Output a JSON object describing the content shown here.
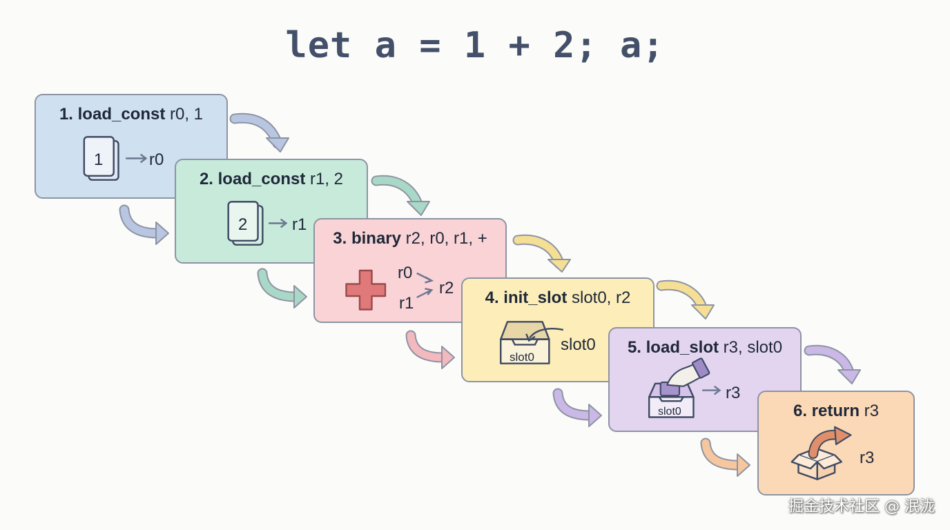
{
  "title": "let a = 1 + 2; a;",
  "colors": {
    "card1": "#cfe0f1",
    "card2": "#c7eadb",
    "card3": "#f9d3d6",
    "card4": "#fcedb9",
    "card5": "#e3d5f0",
    "card6": "#fbd8b6",
    "plus": "#e07a7a",
    "border": "#8d93a3",
    "arrow_blue": "#b9c6e2",
    "arrow_green": "#a9d8c6",
    "arrow_pink": "#f3b9bf",
    "arrow_yellow": "#f5df95",
    "arrow_purple": "#cab8e6",
    "arrow_orange": "#f6c79e"
  },
  "steps": [
    {
      "op": "1. load_const",
      "args": " r0, 1",
      "icon": "stacked-card-icon",
      "icon_text": "1",
      "target": "r0"
    },
    {
      "op": "2. load_const",
      "args": " r1, 2",
      "icon": "stacked-card-icon",
      "icon_text": "2",
      "target": "r1"
    },
    {
      "op": "3. binary",
      "args": " r2, r0, r1, +",
      "icon": "plus-icon",
      "in_a": "r0",
      "in_b": "r1",
      "target": "r2"
    },
    {
      "op": "4. init_slot",
      "args": " slot0, r2",
      "icon": "storage-box-icon",
      "box_text": "slot0",
      "target": "slot0"
    },
    {
      "op": "5. load_slot",
      "args": " r3, slot0",
      "icon": "hand-box-icon",
      "box_text": "slot0",
      "target": "r3"
    },
    {
      "op": "6. return",
      "args": " r3",
      "icon": "return-box-icon",
      "target": "r3"
    }
  ],
  "watermark": "掘金技术社区 @ 泯泷"
}
